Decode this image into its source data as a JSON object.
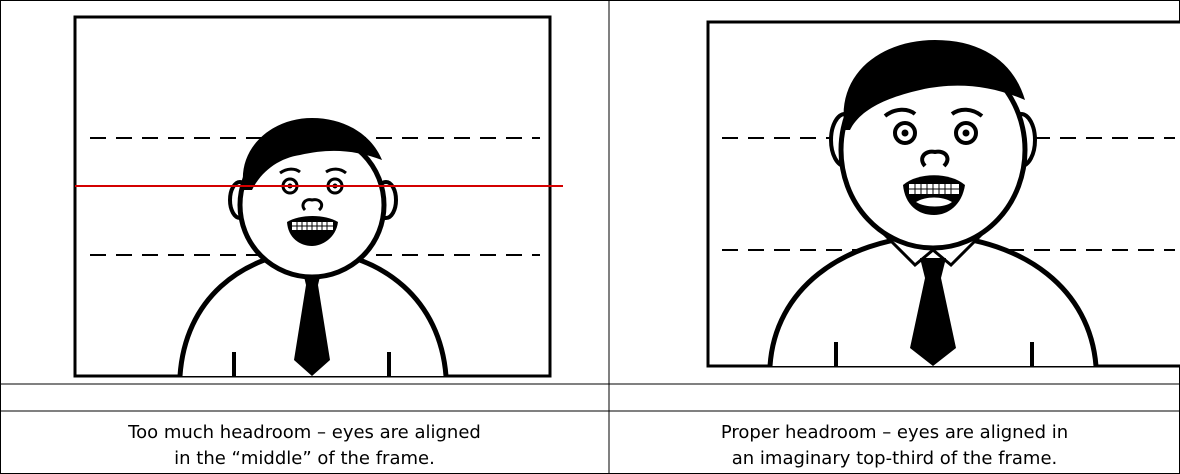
{
  "table": {
    "rows": [
      {
        "cells": [
          {
            "frame": "Too much headroom frame",
            "caption_line1": "Too much headroom – eyes are aligned",
            "caption_line2": "in the “middle” of the frame."
          },
          {
            "frame": "Proper headroom frame",
            "caption_line1": "Proper headroom – eyes are aligned in",
            "caption_line2": "an imaginary top-third of the frame."
          }
        ]
      }
    ]
  },
  "colors": {
    "border": "#000000",
    "eye_line": "#d40000",
    "background": "#ffffff"
  }
}
